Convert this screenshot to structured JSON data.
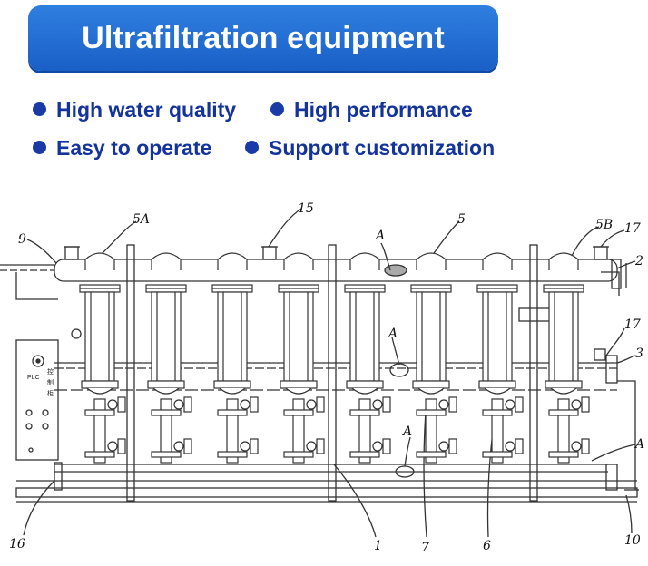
{
  "title": "Ultrafiltration equipment",
  "features": [
    {
      "label": "High water quality"
    },
    {
      "label": "High performance"
    },
    {
      "label": "Easy to operate"
    },
    {
      "label": "Support customization"
    }
  ],
  "diagram": {
    "labels": {
      "l5A": "5A",
      "l15": "15",
      "l5": "5",
      "l5B": "5B",
      "l17a": "17",
      "l9": "9",
      "l2": "2",
      "l17b": "17",
      "l3": "3",
      "lAa": "A",
      "lAb": "A",
      "lAc": "A",
      "lAd": "A",
      "l16": "16",
      "l1": "1",
      "l7": "7",
      "l6": "6",
      "l10": "10"
    },
    "plc": {
      "label": "PLC",
      "cn": [
        "控",
        "制",
        "柜"
      ]
    },
    "membrane_count": 8,
    "colors": {
      "line": "#333333",
      "title_bg": "#1f66cf",
      "feature_text": "#14349c"
    }
  }
}
